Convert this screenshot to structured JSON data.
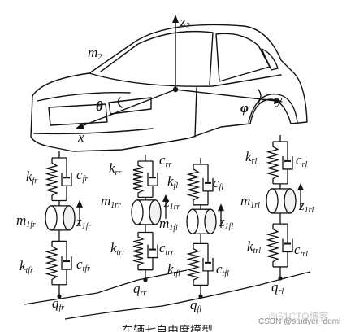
{
  "labels": {
    "z2": {
      "main": "z",
      "sub": "2"
    },
    "m2": {
      "main": "m",
      "sub": "2"
    },
    "theta": "θ",
    "phi": "φ",
    "x": "x",
    "y": "y",
    "wheels": {
      "fr": {
        "k": [
          "k",
          "fr"
        ],
        "c": [
          "c",
          "fr"
        ],
        "m": [
          "m",
          "1fr"
        ],
        "z": [
          "z",
          "1fr"
        ],
        "kt": [
          "k",
          "tfr"
        ],
        "ct": [
          "c",
          "tfr"
        ],
        "q": [
          "q",
          "fr"
        ]
      },
      "rr": {
        "k": [
          "k",
          "rr"
        ],
        "c": [
          "c",
          "rr"
        ],
        "m": [
          "m",
          "1rr"
        ],
        "z": [
          "z",
          "1rr"
        ],
        "kt": [
          "k",
          "trr"
        ],
        "ct": [
          "c",
          "trr"
        ],
        "q": [
          "q",
          "rr"
        ]
      },
      "fl": {
        "k": [
          "k",
          "fl"
        ],
        "c": [
          "c",
          "fl"
        ],
        "m": [
          "m",
          "1fl"
        ],
        "z": [
          "z",
          "1fl"
        ],
        "kt": [
          "k",
          "tfl"
        ],
        "ct": [
          "c",
          "tfl"
        ],
        "q": [
          "q",
          "fl"
        ]
      },
      "rl": {
        "k": [
          "k",
          "rl"
        ],
        "c": [
          "c",
          "rl"
        ],
        "m": [
          "m",
          "1rl"
        ],
        "z": [
          "z",
          "1rl"
        ],
        "kt": [
          "k",
          "trl"
        ],
        "ct": [
          "c",
          "trl"
        ],
        "q": [
          "q",
          "rl"
        ]
      }
    }
  },
  "watermark": {
    "csdn": "CSDN @studyer_domi",
    "site": "@51CTO博客"
  },
  "caption": "车辆七自由度模型"
}
